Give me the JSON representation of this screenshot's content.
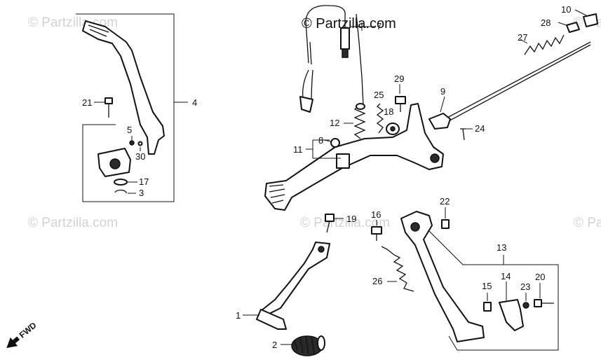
{
  "brand": "© Partzilla.com",
  "watermark": "© Partzilla.com",
  "fwd_label": "FWD",
  "callouts": {
    "p1": "1",
    "p2": "2",
    "p3": "3",
    "p4": "4",
    "p5": "5",
    "p8": "8",
    "p9": "9",
    "p10": "10",
    "p11": "11",
    "p12": "12",
    "p13": "13",
    "p14": "14",
    "p15": "15",
    "p16": "16",
    "p17": "17",
    "p18": "18",
    "p19": "19",
    "p20": "20",
    "p21": "21",
    "p22": "22",
    "p23": "23",
    "p24": "24",
    "p25": "25",
    "p26": "26",
    "p27": "27",
    "p28": "28",
    "p29": "29",
    "p30": "30",
    "p7": "7"
  }
}
